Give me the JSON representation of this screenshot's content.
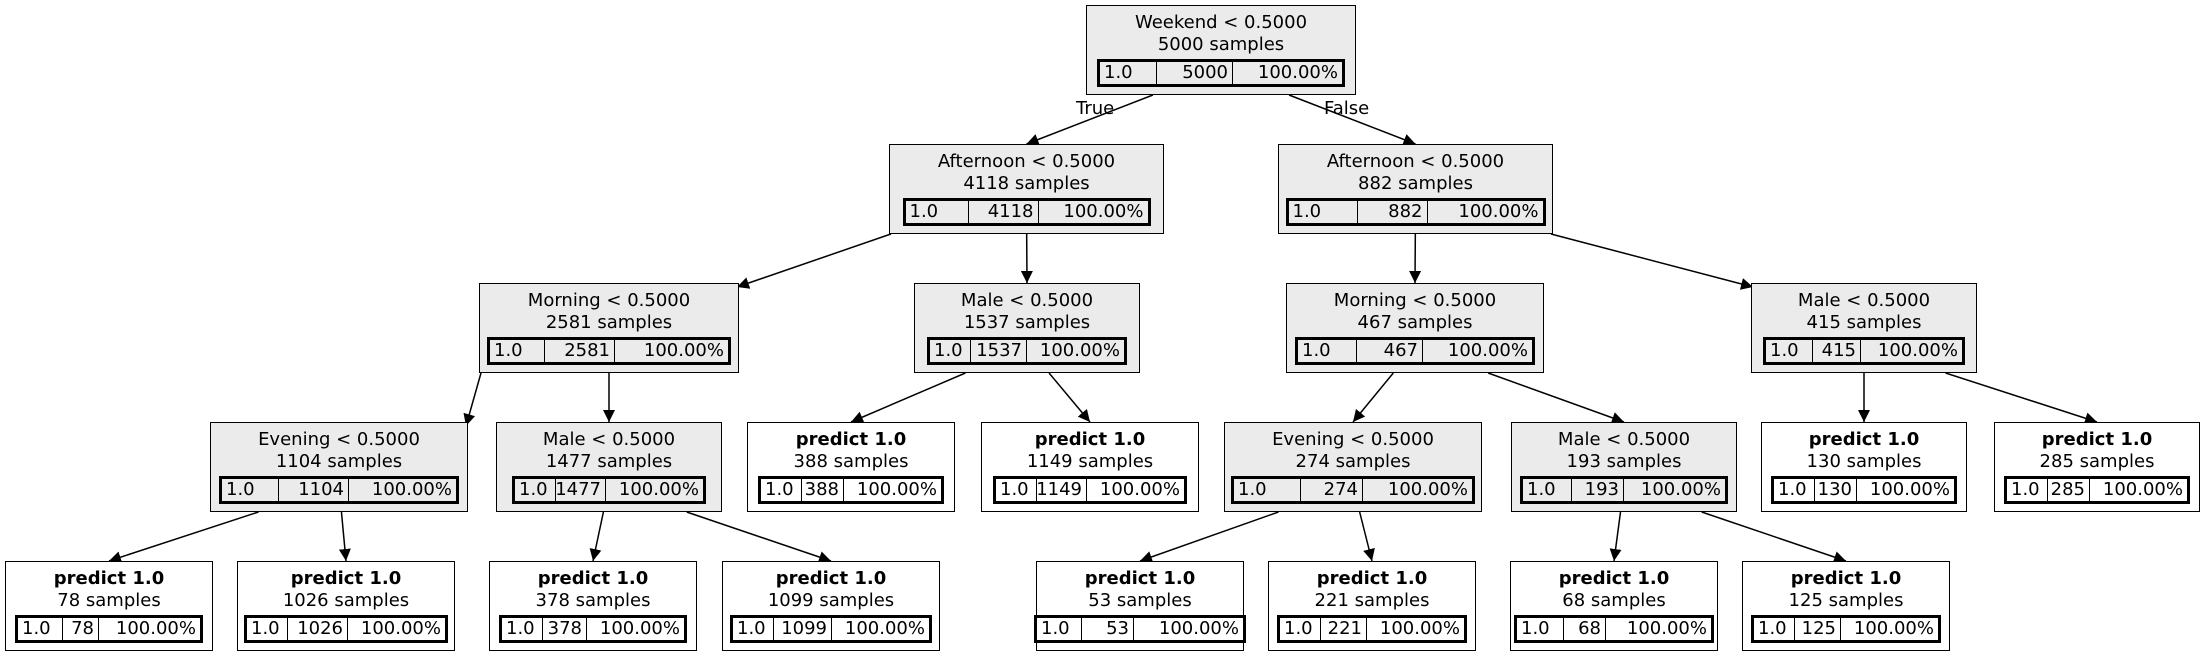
{
  "tree": {
    "edge_labels": {
      "true": "True",
      "false": "False"
    },
    "nodes": [
      {
        "id": "n0",
        "title": "Weekend < 0.5000",
        "samples": "5000 samples",
        "value": "1.0",
        "count": "5000",
        "pct": "100.00%",
        "leaf": false
      },
      {
        "id": "n1",
        "title": "Afternoon < 0.5000",
        "samples": "4118 samples",
        "value": "1.0",
        "count": "4118",
        "pct": "100.00%",
        "leaf": false
      },
      {
        "id": "n2",
        "title": "Afternoon < 0.5000",
        "samples": "882 samples",
        "value": "1.0",
        "count": "882",
        "pct": "100.00%",
        "leaf": false
      },
      {
        "id": "n3",
        "title": "Morning < 0.5000",
        "samples": "2581 samples",
        "value": "1.0",
        "count": "2581",
        "pct": "100.00%",
        "leaf": false
      },
      {
        "id": "n4",
        "title": "Male < 0.5000",
        "samples": "1537 samples",
        "value": "1.0",
        "count": "1537",
        "pct": "100.00%",
        "leaf": false
      },
      {
        "id": "n5",
        "title": "Morning < 0.5000",
        "samples": "467 samples",
        "value": "1.0",
        "count": "467",
        "pct": "100.00%",
        "leaf": false
      },
      {
        "id": "n6",
        "title": "Male < 0.5000",
        "samples": "415 samples",
        "value": "1.0",
        "count": "415",
        "pct": "100.00%",
        "leaf": false
      },
      {
        "id": "n7",
        "title": "Evening < 0.5000",
        "samples": "1104 samples",
        "value": "1.0",
        "count": "1104",
        "pct": "100.00%",
        "leaf": false
      },
      {
        "id": "n8",
        "title": "Male < 0.5000",
        "samples": "1477 samples",
        "value": "1.0",
        "count": "1477",
        "pct": "100.00%",
        "leaf": false
      },
      {
        "id": "n9",
        "title": "predict 1.0",
        "samples": "388 samples",
        "value": "1.0",
        "count": "388",
        "pct": "100.00%",
        "leaf": true
      },
      {
        "id": "n10",
        "title": "predict 1.0",
        "samples": "1149 samples",
        "value": "1.0",
        "count": "1149",
        "pct": "100.00%",
        "leaf": true
      },
      {
        "id": "n11",
        "title": "Evening < 0.5000",
        "samples": "274 samples",
        "value": "1.0",
        "count": "274",
        "pct": "100.00%",
        "leaf": false
      },
      {
        "id": "n12",
        "title": "Male < 0.5000",
        "samples": "193 samples",
        "value": "1.0",
        "count": "193",
        "pct": "100.00%",
        "leaf": false
      },
      {
        "id": "n13",
        "title": "predict 1.0",
        "samples": "130 samples",
        "value": "1.0",
        "count": "130",
        "pct": "100.00%",
        "leaf": true
      },
      {
        "id": "n14",
        "title": "predict 1.0",
        "samples": "285 samples",
        "value": "1.0",
        "count": "285",
        "pct": "100.00%",
        "leaf": true
      },
      {
        "id": "n15",
        "title": "predict 1.0",
        "samples": "78 samples",
        "value": "1.0",
        "count": "78",
        "pct": "100.00%",
        "leaf": true
      },
      {
        "id": "n16",
        "title": "predict 1.0",
        "samples": "1026 samples",
        "value": "1.0",
        "count": "1026",
        "pct": "100.00%",
        "leaf": true
      },
      {
        "id": "n17",
        "title": "predict 1.0",
        "samples": "378 samples",
        "value": "1.0",
        "count": "378",
        "pct": "100.00%",
        "leaf": true
      },
      {
        "id": "n18",
        "title": "predict 1.0",
        "samples": "1099 samples",
        "value": "1.0",
        "count": "1099",
        "pct": "100.00%",
        "leaf": true
      },
      {
        "id": "n19",
        "title": "predict 1.0",
        "samples": "53 samples",
        "value": "1.0",
        "count": "53",
        "pct": "100.00%",
        "leaf": true
      },
      {
        "id": "n20",
        "title": "predict 1.0",
        "samples": "221 samples",
        "value": "1.0",
        "count": "221",
        "pct": "100.00%",
        "leaf": true
      },
      {
        "id": "n21",
        "title": "predict 1.0",
        "samples": "68 samples",
        "value": "1.0",
        "count": "68",
        "pct": "100.00%",
        "leaf": true
      },
      {
        "id": "n22",
        "title": "predict 1.0",
        "samples": "125 samples",
        "value": "1.0",
        "count": "125",
        "pct": "100.00%",
        "leaf": true
      }
    ],
    "edges": [
      [
        "n0",
        "n1"
      ],
      [
        "n0",
        "n2"
      ],
      [
        "n1",
        "n3"
      ],
      [
        "n1",
        "n4"
      ],
      [
        "n2",
        "n5"
      ],
      [
        "n2",
        "n6"
      ],
      [
        "n3",
        "n7"
      ],
      [
        "n3",
        "n8"
      ],
      [
        "n4",
        "n9"
      ],
      [
        "n4",
        "n10"
      ],
      [
        "n5",
        "n11"
      ],
      [
        "n5",
        "n12"
      ],
      [
        "n6",
        "n13"
      ],
      [
        "n6",
        "n14"
      ],
      [
        "n7",
        "n15"
      ],
      [
        "n7",
        "n16"
      ],
      [
        "n8",
        "n17"
      ],
      [
        "n8",
        "n18"
      ],
      [
        "n11",
        "n19"
      ],
      [
        "n11",
        "n20"
      ],
      [
        "n12",
        "n21"
      ],
      [
        "n12",
        "n22"
      ]
    ]
  }
}
